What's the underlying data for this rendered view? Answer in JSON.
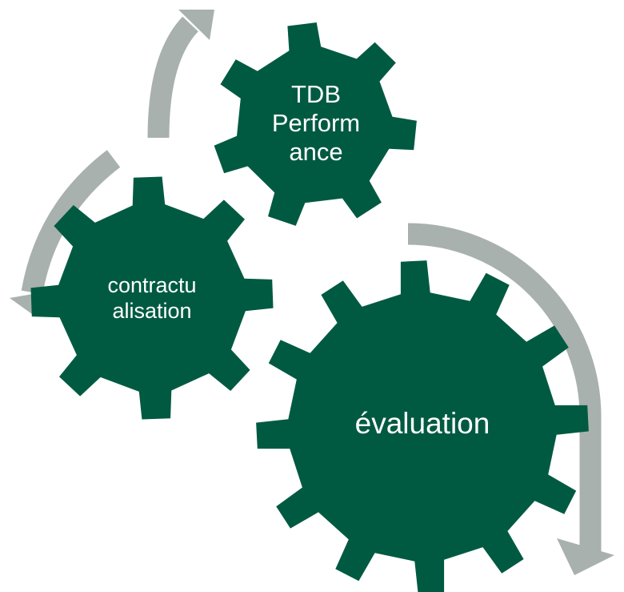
{
  "colors": {
    "gear": "#005a41",
    "arrow": "#a8b1ad",
    "background": "#ffffff",
    "text": "#ffffff"
  },
  "gears": {
    "evaluation": {
      "label": "évaluation"
    },
    "contractualisation": {
      "label": "contractu\nalisation"
    },
    "tdb": {
      "label": "TDB\nPerform\nance"
    }
  }
}
